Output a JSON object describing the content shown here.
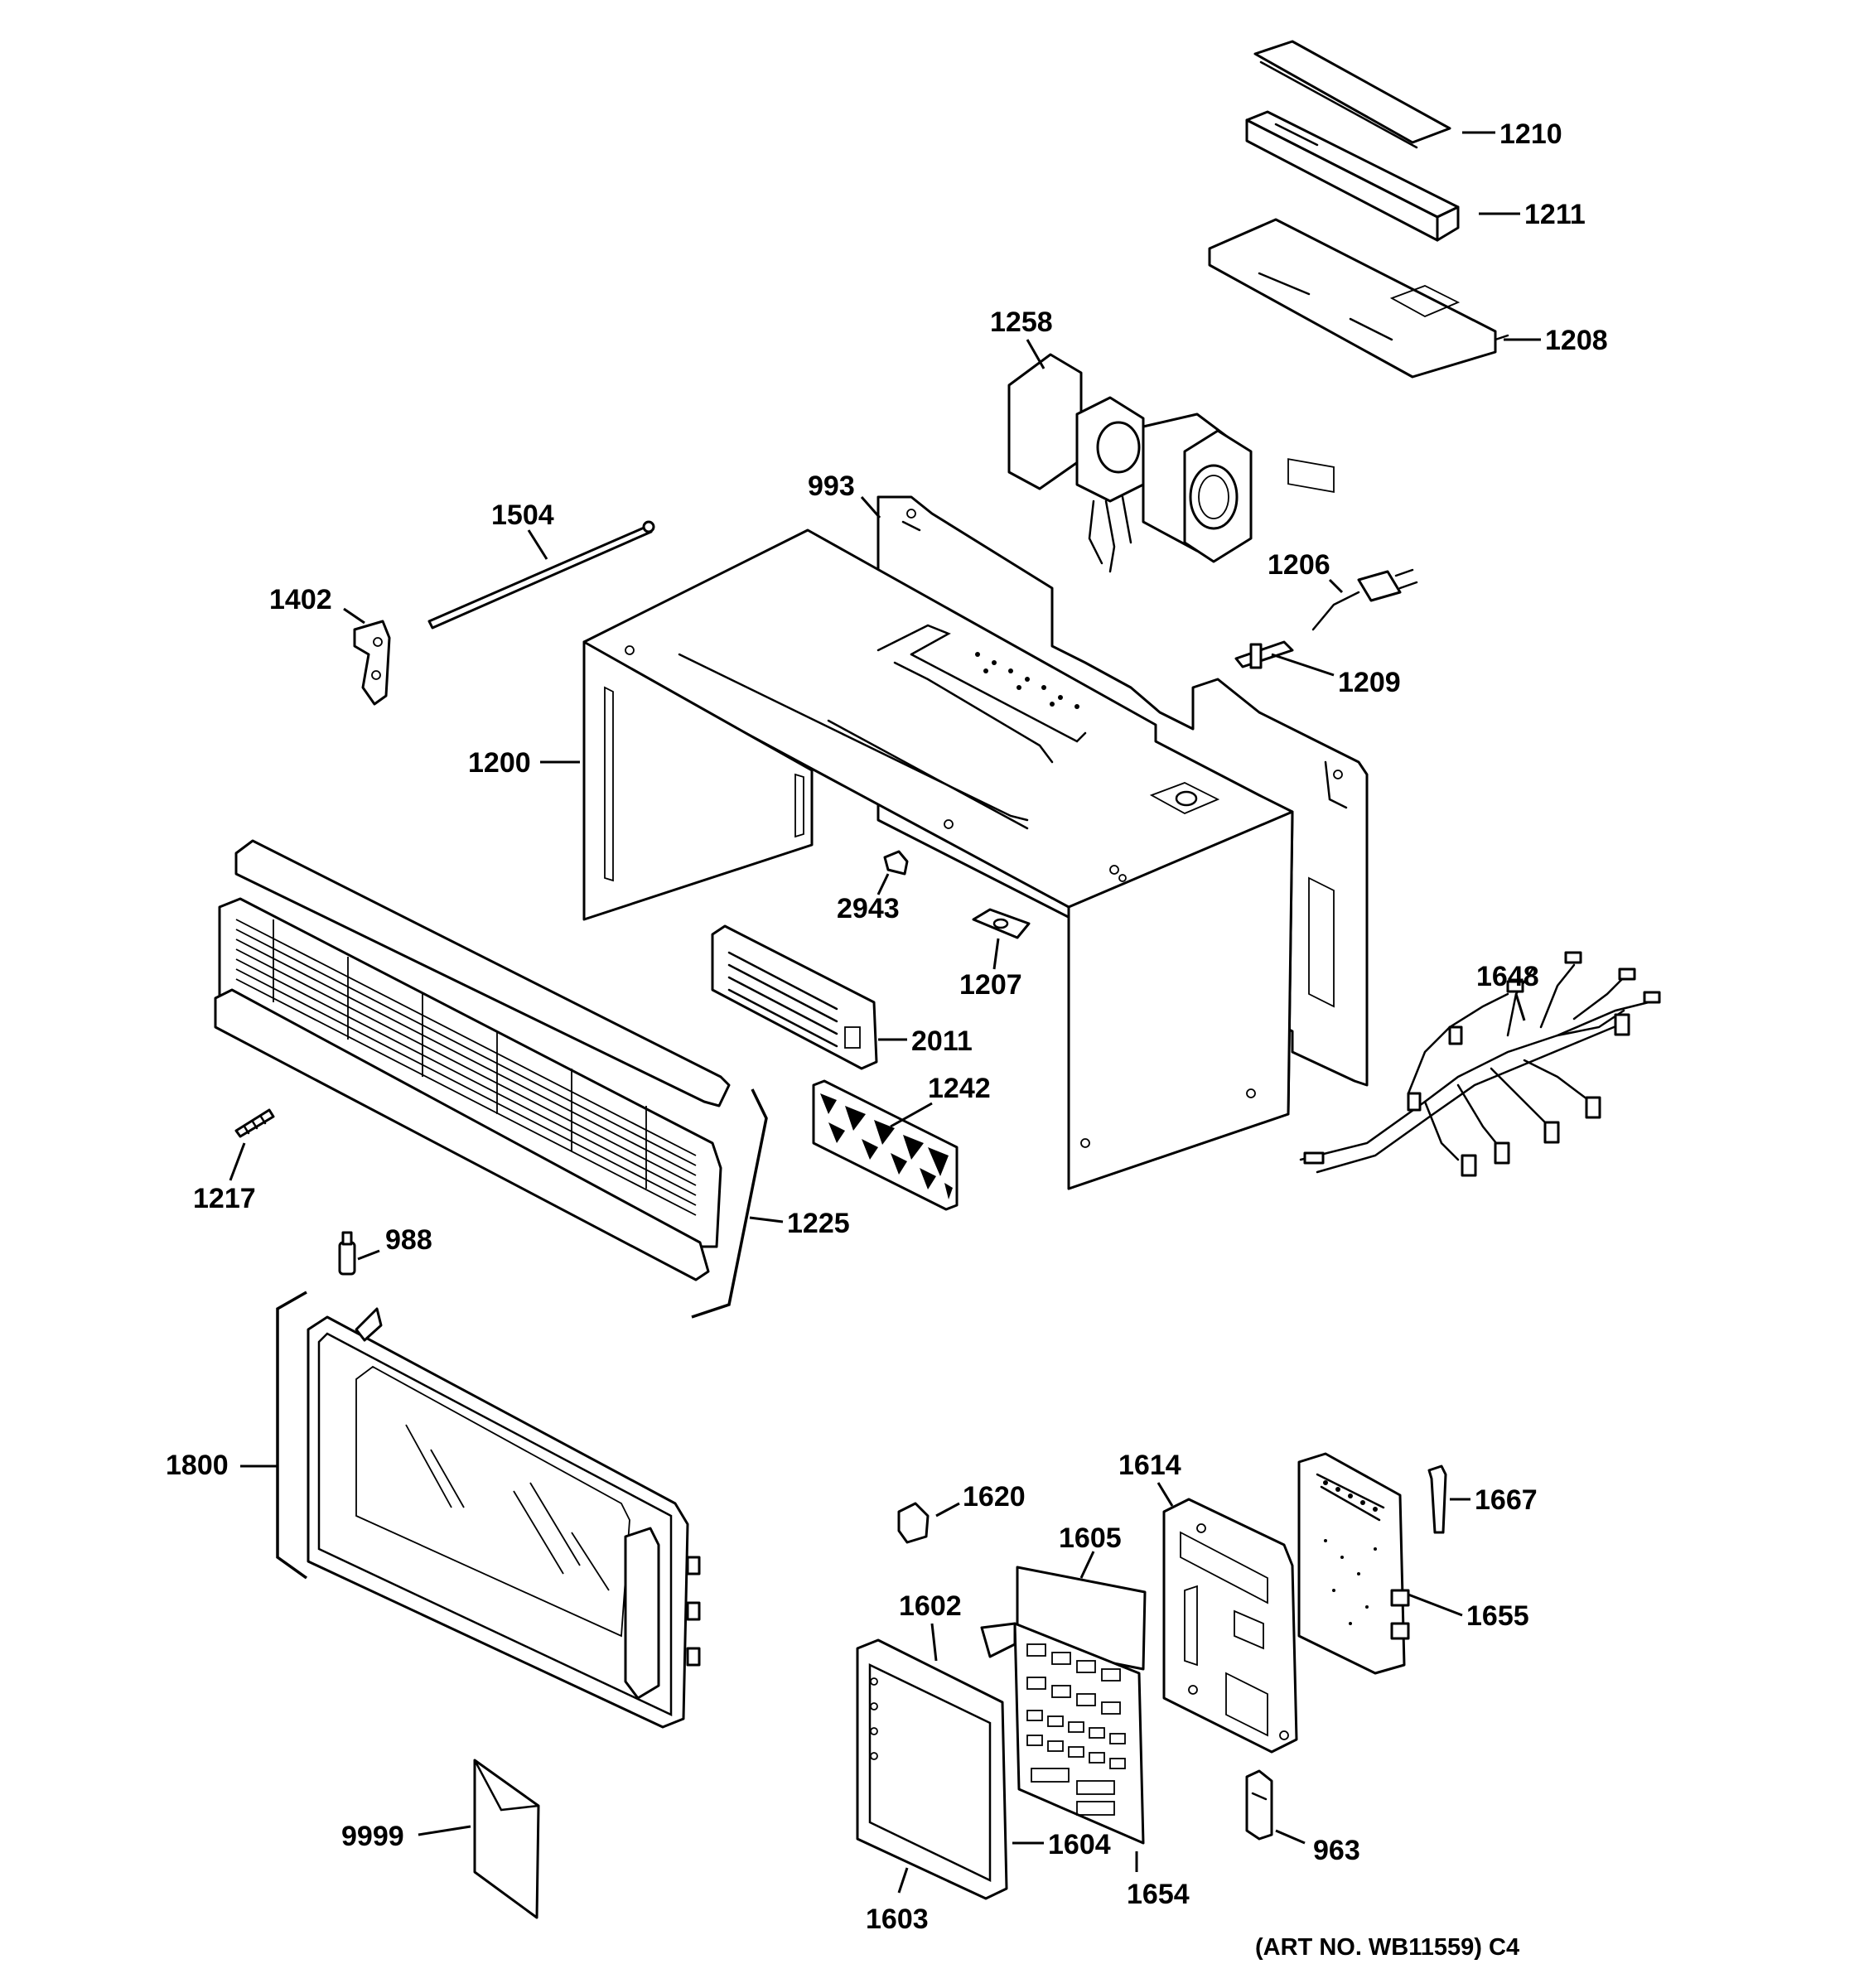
{
  "art_number": "(ART NO. WB11559) C4",
  "callouts": {
    "p1210": "1210",
    "p1211": "1211",
    "p1208": "1208",
    "p1258": "1258",
    "p993": "993",
    "p1504": "1504",
    "p1402": "1402",
    "p1206": "1206",
    "p1209": "1209",
    "p1200": "1200",
    "p2943": "2943",
    "p1207": "1207",
    "p1648": "1648",
    "p2011": "2011",
    "p1242": "1242",
    "p1217": "1217",
    "p1225": "1225",
    "p988": "988",
    "p1800": "1800",
    "p1614": "1614",
    "p1620": "1620",
    "p1667": "1667",
    "p1605": "1605",
    "p1602": "1602",
    "p1655": "1655",
    "p9999": "9999",
    "p1604": "1604",
    "p963": "963",
    "p1654": "1654",
    "p1603": "1603"
  }
}
